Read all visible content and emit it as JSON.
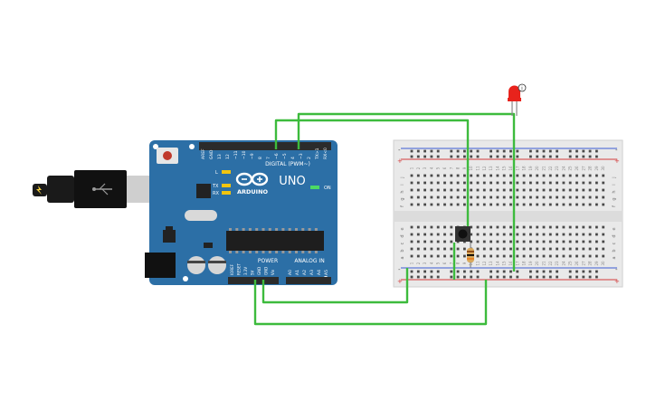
{
  "arduino": {
    "brand": "ARDUINO",
    "model": "UNO",
    "digital_header_label": "DIGITAL (PWM~)",
    "power_label": "POWER",
    "analog_label": "ANALOG IN",
    "on_label": "ON",
    "l_label": "L",
    "tx_label": "TX",
    "rx_label": "RX",
    "digital_pins": [
      "AREF",
      "GND",
      "13",
      "12",
      "~11",
      "~10",
      "~9",
      "8",
      "7",
      "~6",
      "~5",
      "4",
      "~3",
      "2",
      "TX>1",
      "RX<0"
    ],
    "power_pins": [
      "IOREF",
      "RESET",
      "3.3V",
      "5V",
      "GND",
      "GND",
      "Vin"
    ],
    "analog_pins": [
      "A0",
      "A1",
      "A2",
      "A3",
      "A4",
      "A5"
    ],
    "colors": {
      "board": "#2c6fa6",
      "header": "#2b2b2b",
      "wire": "#3dbb3d"
    }
  },
  "breadboard": {
    "top_row_letters": [
      "j",
      "i",
      "h",
      "g",
      "f"
    ],
    "bottom_row_letters": [
      "e",
      "d",
      "c",
      "b",
      "a"
    ],
    "column_numbers": [
      "1",
      "2",
      "3",
      "4",
      "5",
      "6",
      "7",
      "8",
      "9",
      "10",
      "11",
      "12",
      "13",
      "14",
      "15",
      "16",
      "17",
      "18",
      "19",
      "20",
      "21",
      "22",
      "23",
      "24",
      "25",
      "26",
      "27",
      "28",
      "29",
      "30"
    ],
    "rail_plus": "+",
    "rail_minus": "-",
    "colors": {
      "body": "#e9e9e9",
      "rail_red": "#d33b3b",
      "rail_blue": "#3b5bd3"
    }
  },
  "led": {
    "color": "#e8231c",
    "info_badge": "i"
  },
  "resistor": {
    "color": "#d9a85b"
  },
  "pushbutton": {
    "color": "#333333"
  }
}
